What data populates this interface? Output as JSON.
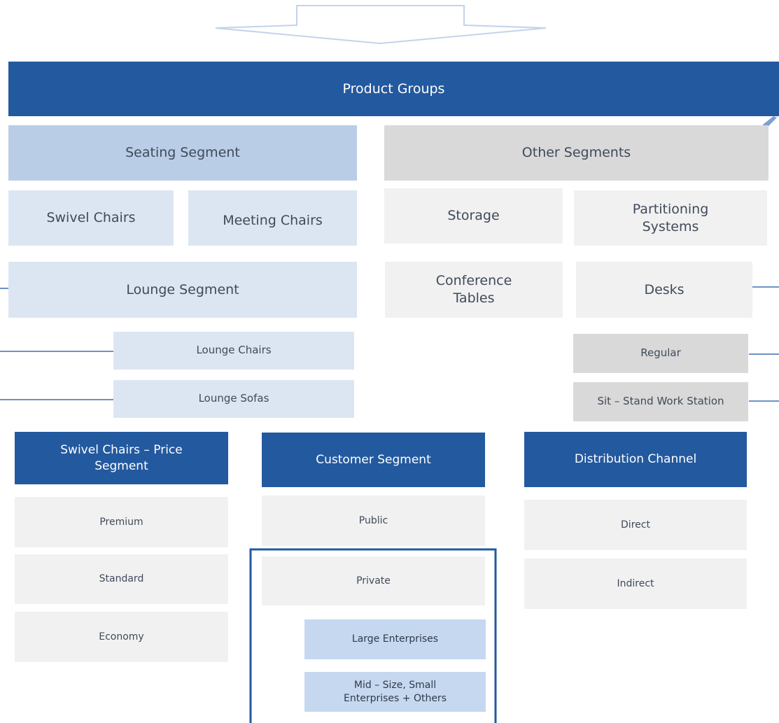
{
  "product_groups": {
    "title": "Product Groups",
    "seating": {
      "title": "Seating Segment",
      "swivel": "Swivel Chairs",
      "meeting": "Meeting Chairs"
    },
    "lounge": {
      "title": "Lounge Segment",
      "chairs": "Lounge Chairs",
      "sofas": "Lounge Sofas"
    },
    "other": {
      "title": "Other Segments",
      "storage": "Storage",
      "partitioning": "Partitioning Systems",
      "conference": "Conference Tables",
      "desks": "Desks",
      "regular": "Regular",
      "sit_stand": "Sit – Stand Work Station"
    }
  },
  "price_segment": {
    "title": "Swivel Chairs – Price Segment",
    "items": [
      "Premium",
      "Standard",
      "Economy"
    ]
  },
  "customer_segment": {
    "title": "Customer Segment",
    "public": "Public",
    "private": "Private",
    "large": "Large Enterprises",
    "mid_small": "Mid – Size, Small Enterprises + Others"
  },
  "distribution_channel": {
    "title": "Distribution Channel",
    "items": [
      "Direct",
      "Indirect"
    ]
  },
  "colors": {
    "dark": "#23599f",
    "light_blue": "#b9cde6",
    "pale_blue": "#dce6f2",
    "gray": "#d9d9d9",
    "light_gray": "#f1f1f1",
    "line": "#3d6fb0"
  }
}
